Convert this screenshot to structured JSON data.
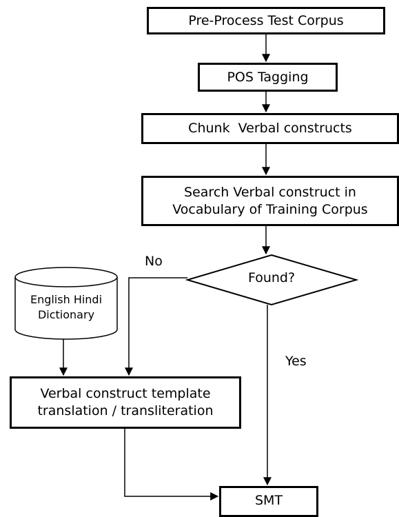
{
  "flowchart": {
    "steps": {
      "preprocess": "Pre-Process Test Corpus",
      "pos_tagging": "POS Tagging",
      "chunk": "Chunk  Verbal constructs",
      "search_line1": "Search Verbal construct in",
      "search_line2": "Vocabulary of Training Corpus",
      "decision": "Found?",
      "template_line1": "Verbal construct template",
      "template_line2": "translation / transliteration",
      "smt": "SMT"
    },
    "database": {
      "line1": "English Hindi",
      "line2": "Dictionary"
    },
    "branches": {
      "no": "No",
      "yes": "Yes"
    },
    "colors": {
      "stroke": "#000000",
      "background": "#ffffff"
    }
  }
}
